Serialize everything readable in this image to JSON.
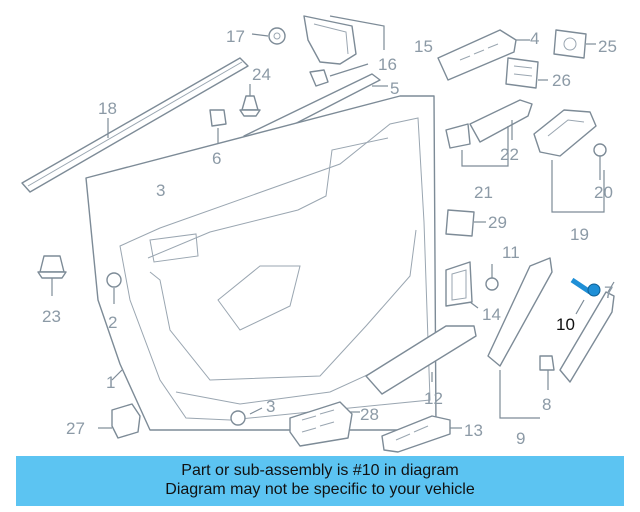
{
  "diagram": {
    "labels": [
      "17",
      "15",
      "16",
      "5",
      "4",
      "25",
      "26",
      "18",
      "24",
      "6",
      "22",
      "3",
      "21",
      "20",
      "19",
      "29",
      "11",
      "23",
      "2",
      "14",
      "10",
      "7",
      "1",
      "12",
      "3",
      "8",
      "27",
      "28",
      "13",
      "9"
    ],
    "highlighted_part": "10"
  },
  "banner": {
    "line1": "Part or sub-assembly is #10 in diagram",
    "line2": "Diagram may not be specific to your vehicle"
  }
}
